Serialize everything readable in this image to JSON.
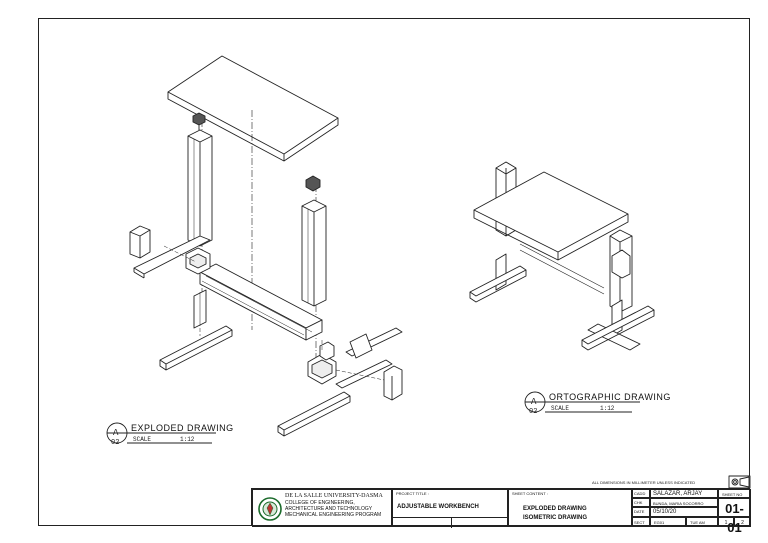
{
  "views": {
    "exploded": {
      "marker_letter": "A",
      "marker_number": "02",
      "title": "EXPLODED DRAWING",
      "scale_label": "SCALE",
      "scale_value": "1:12"
    },
    "ortho": {
      "marker_letter": "A",
      "marker_number": "02",
      "title": "ORTOGRAPHIC DRAWING",
      "scale_label": "SCALE",
      "scale_value": "1:12"
    }
  },
  "note": "ALL DIMENSIONS IN MILLIMETER UNLESS INDICATED",
  "title_block": {
    "school_name": "DE LA SALLE UNIVERSITY-DASMA",
    "college": "COLLEGE OF ENGINEERING,",
    "college2": "ARCHITECTURE AND TECHNOLOGY",
    "program": "MECHANICAL ENGINEERING PROGRAM",
    "project_title_label": "PROJECT TITLE :",
    "project_title": "ADJUSTABLE WORKBENCH",
    "sheet_content_label": "SHEET CONTENT :",
    "sheet_content_1": "EXPLODED DRAWING",
    "sheet_content_2": "ISOMETRIC DRAWING",
    "cadd_label": "CADD",
    "cadd_value": "SALAZAR, ARJAY",
    "chk_label": "CHK",
    "chk_value": "BUNDA, MARIA SOCORRO",
    "date_label": "DATE",
    "date_value": "05/10/20",
    "sect_label": "SECT",
    "sect_value": "EG01",
    "day_value": "TUE AM",
    "sheet_no_label": "SHEET NO",
    "sheet_no": "01-01",
    "sheet_of_1": "1",
    "sheet_of_2": "2"
  }
}
